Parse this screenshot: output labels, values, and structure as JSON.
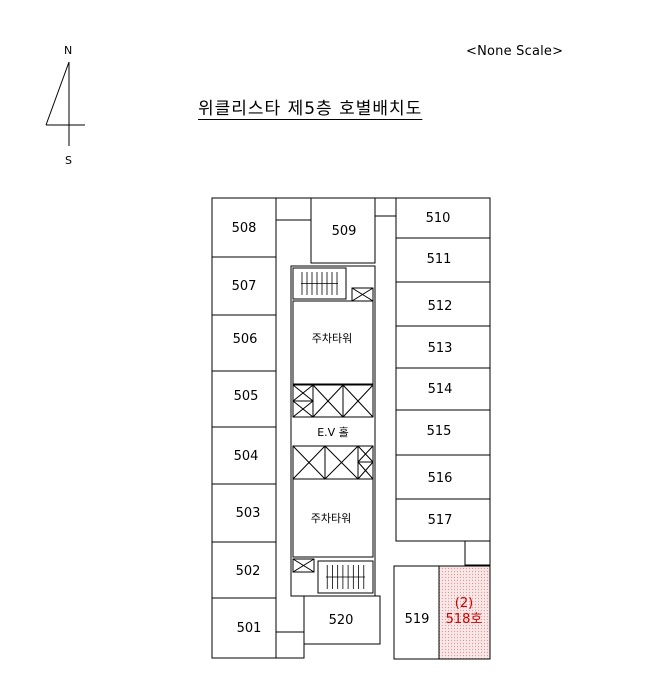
{
  "header": {
    "scale_note": "<None Scale>",
    "title": "위클리스타 제5층 호별배치도"
  },
  "compass": {
    "north_label": "N",
    "south_label": "S"
  },
  "rooms": {
    "r501": "501",
    "r502": "502",
    "r503": "503",
    "r504": "504",
    "r505": "505",
    "r506": "506",
    "r507": "507",
    "r508": "508",
    "r509": "509",
    "r510": "510",
    "r511": "511",
    "r512": "512",
    "r513": "513",
    "r514": "514",
    "r515": "515",
    "r516": "516",
    "r517": "517",
    "r519": "519",
    "r520": "520"
  },
  "highlight": {
    "line1": "(2)",
    "line2": "518호",
    "color": "#cc0000",
    "fill": "#f6dada"
  },
  "core": {
    "parking_tower_top": "주차타워",
    "parking_tower_bottom": "주차타워",
    "ev_hall": "E.V 홀"
  }
}
